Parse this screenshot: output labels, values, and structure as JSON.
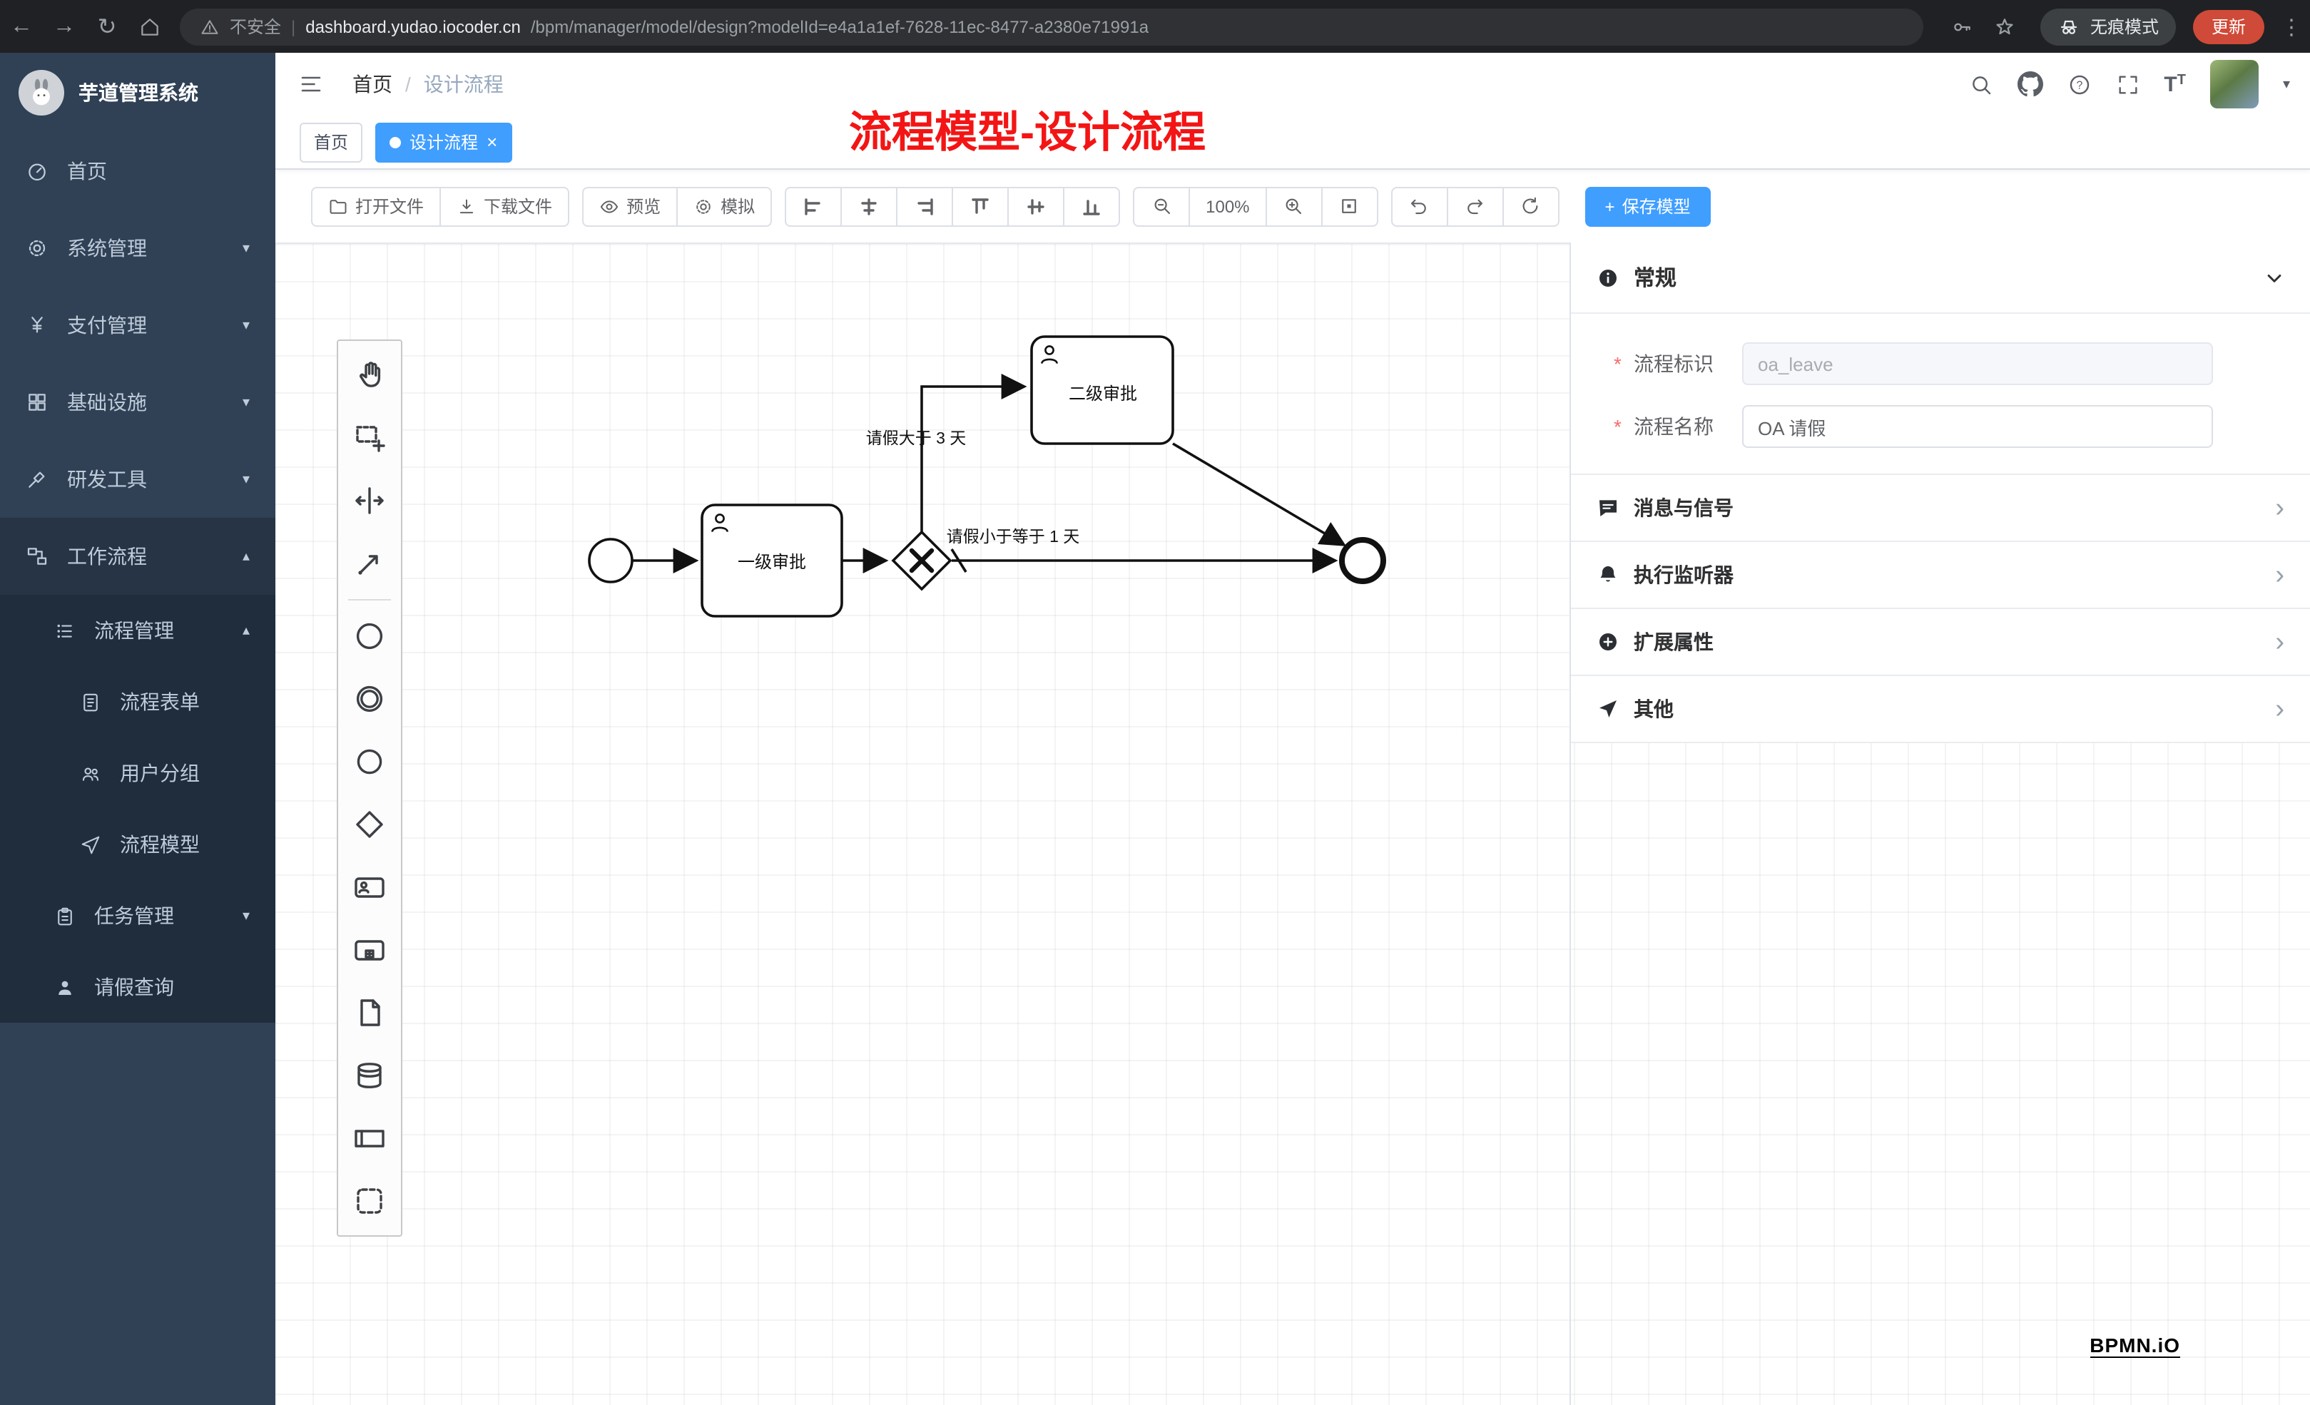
{
  "browser": {
    "security_label": "不安全",
    "url_domain": "dashboard.yudao.iocoder.cn",
    "url_path": "/bpm/manager/model/design?modelId=e4a1a1ef-7628-11ec-8477-a2380e71991a",
    "incognito_label": "无痕模式",
    "update_label": "更新"
  },
  "icons": {
    "back": "←",
    "forward": "→",
    "reload": "↻",
    "more_v": "⋮",
    "divider": "|",
    "close": "×",
    "chevron_right": "›",
    "caret_down": "▾",
    "caret_up": "▴",
    "breadcrumb_sep": "/",
    "plus": "+",
    "question": "?",
    "font_big": "T",
    "font_small": "T"
  },
  "sidebar": {
    "logo_title": "芋道管理系统",
    "items": [
      {
        "label": "首页"
      },
      {
        "label": "系统管理"
      },
      {
        "label": "支付管理"
      },
      {
        "label": "基础设施"
      },
      {
        "label": "研发工具"
      },
      {
        "label": "工作流程"
      }
    ],
    "process_group": {
      "label": "流程管理"
    },
    "process_children": [
      {
        "label": "流程表单"
      },
      {
        "label": "用户分组"
      },
      {
        "label": "流程模型"
      }
    ],
    "task_group": {
      "label": "任务管理"
    },
    "leave_item": {
      "label": "请假查询"
    }
  },
  "header": {
    "breadcrumb_home": "首页",
    "breadcrumb_current": "设计流程",
    "annotation": "流程模型-设计流程"
  },
  "tabs": {
    "home_label": "首页",
    "active_label": "设计流程"
  },
  "bpmn_toolbar": {
    "open_file": "打开文件",
    "download_file": "下载文件",
    "preview": "预览",
    "simulate": "模拟",
    "zoom_level": "100%",
    "save_model": "保存模型"
  },
  "diagram": {
    "task1_label": "一级审批",
    "task2_label": "二级审批",
    "flow_label_gt3": "请假大于 3 天",
    "flow_label_le1": "请假小于等于 1 天"
  },
  "panel": {
    "general_title": "常规",
    "required_mark": "*",
    "key_field": {
      "label": "流程标识",
      "value": "oa_leave"
    },
    "name_field": {
      "label": "流程名称",
      "value": "OA 请假"
    },
    "sections": [
      {
        "label": "消息与信号"
      },
      {
        "label": "执行监听器"
      },
      {
        "label": "扩展属性"
      },
      {
        "label": "其他"
      }
    ]
  },
  "watermark": "BPMN.iO",
  "colors": {
    "accent": "#409eff",
    "annotation": "#f31515",
    "sidebar_bg": "#304156",
    "submenu_bg": "#1f2d3d"
  }
}
